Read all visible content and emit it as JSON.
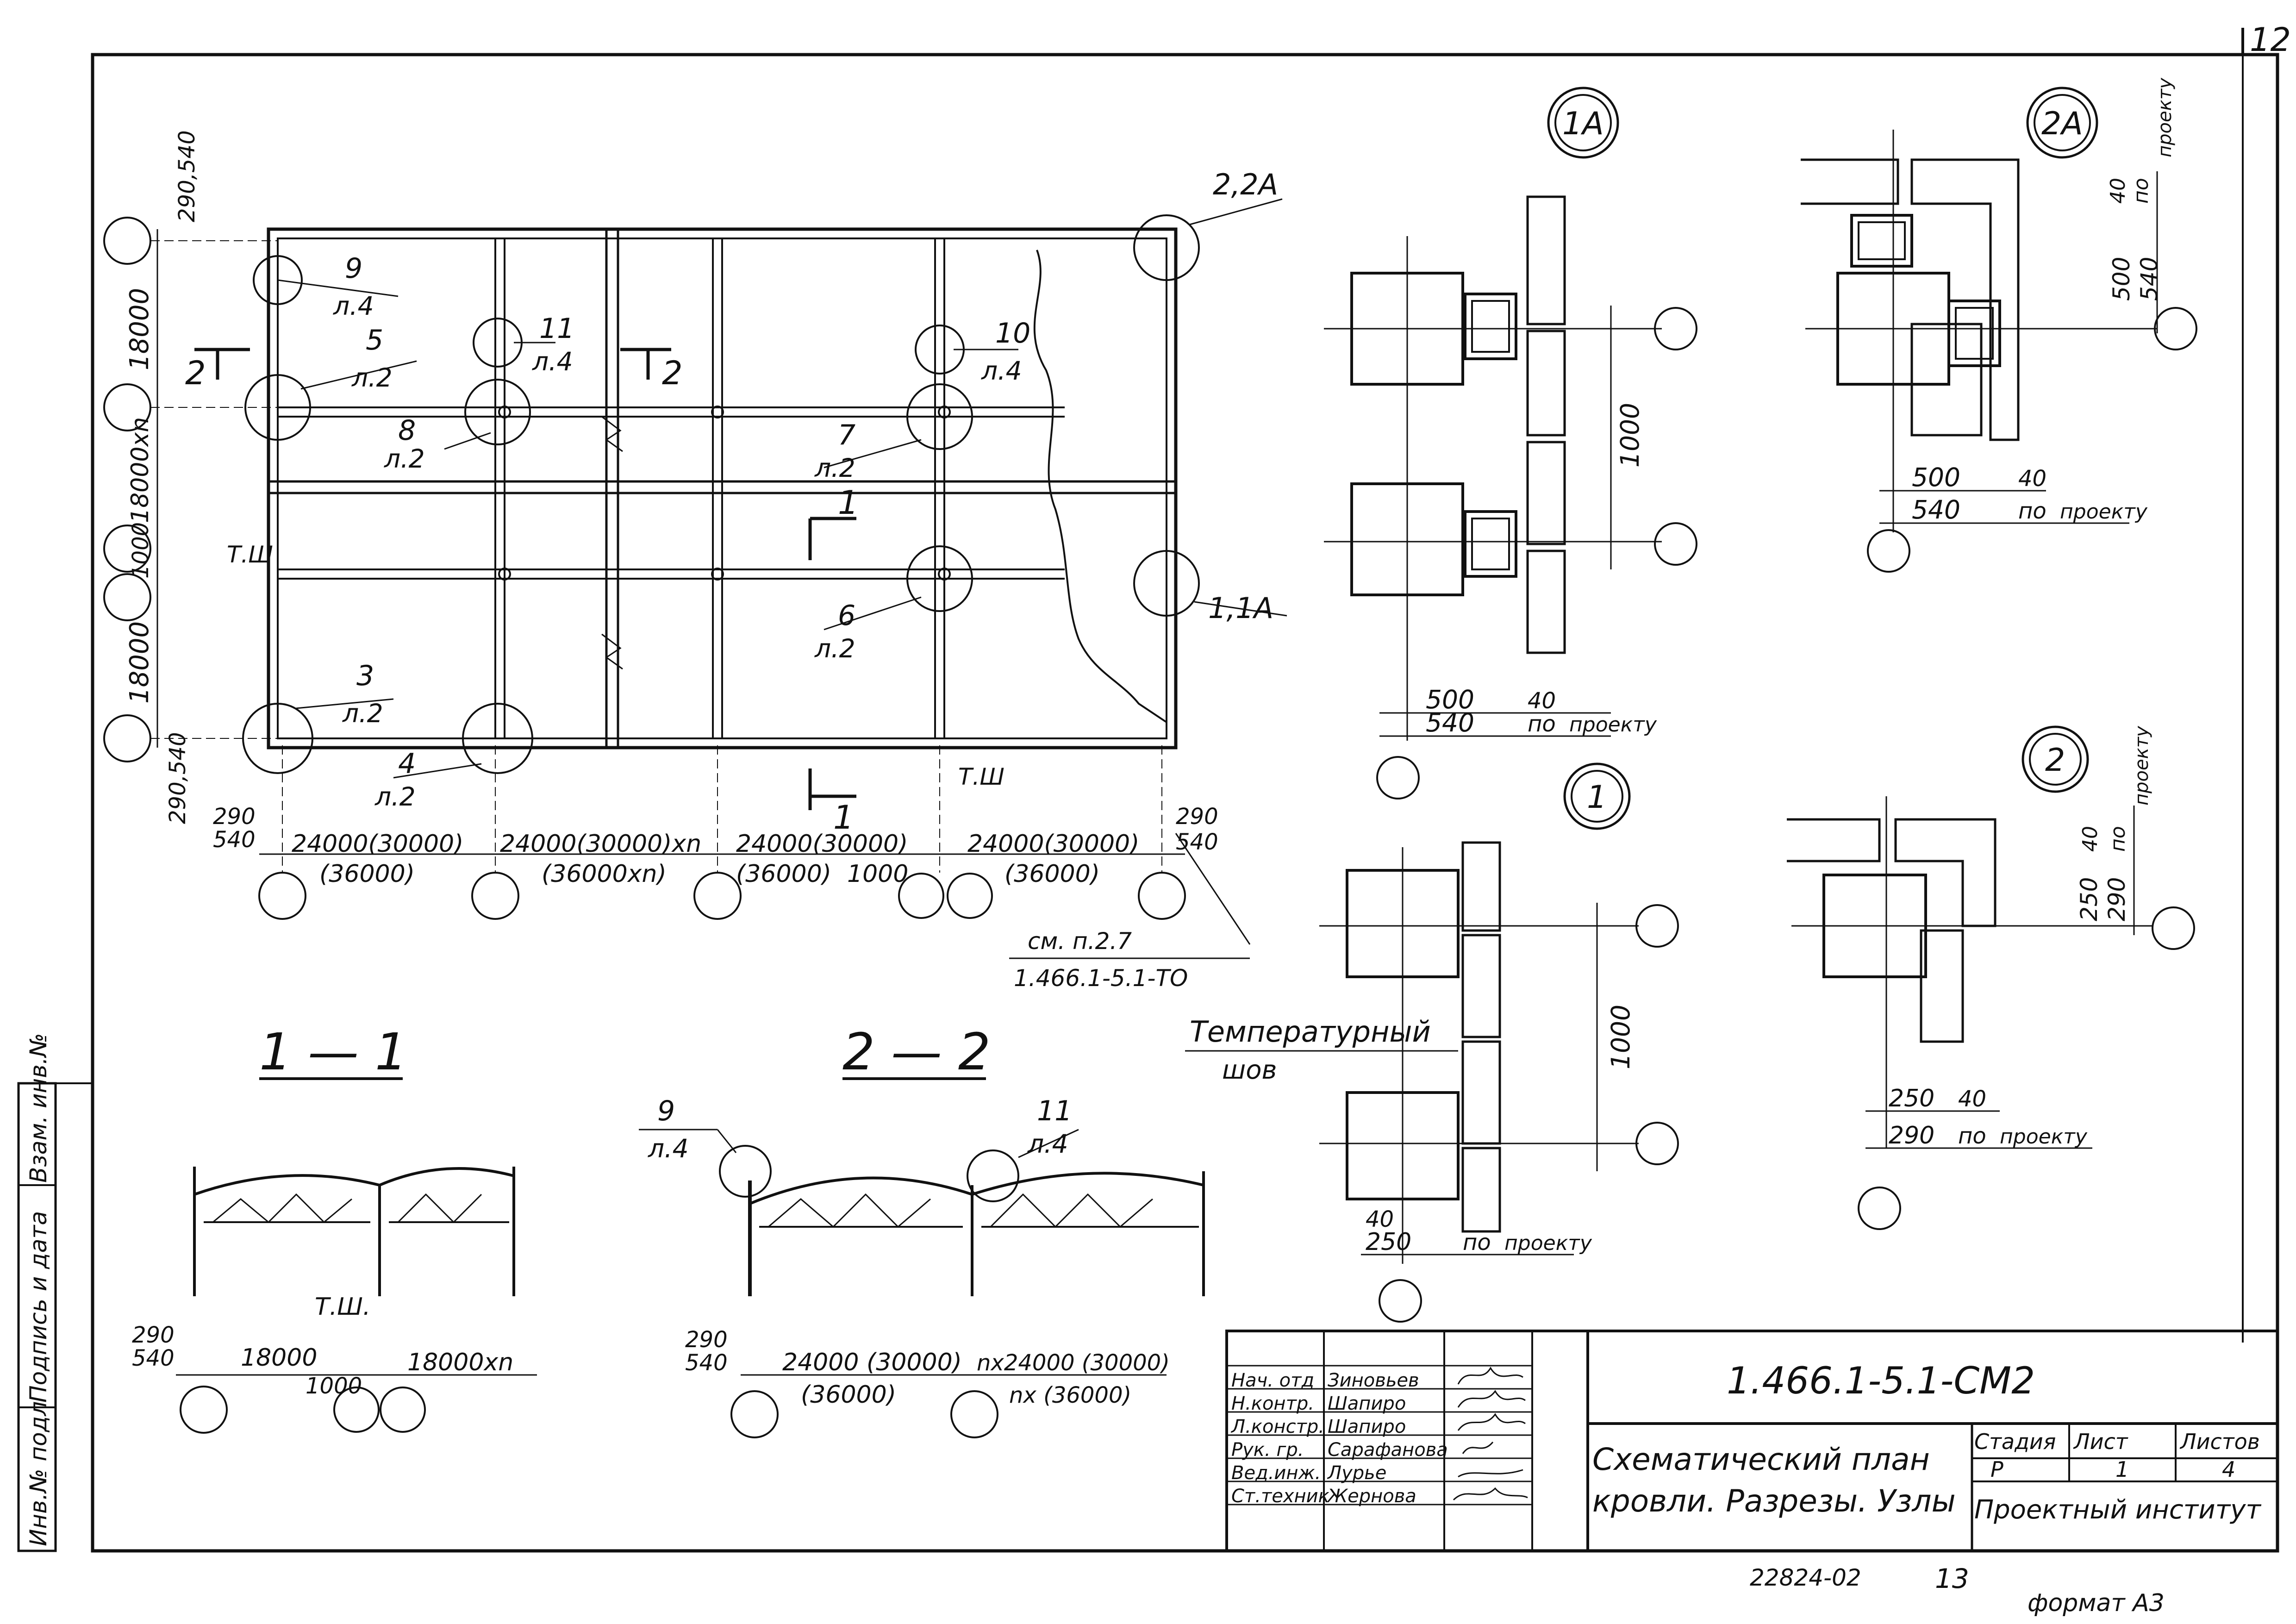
{
  "sheet": {
    "corner_mark": "12",
    "bottom_number": "22824-02",
    "bottom_page": "13",
    "format_label": "формат А3"
  },
  "plan": {
    "left_dims": [
      "290,540",
      "18000",
      "18000хn",
      "1000",
      "18000",
      "290,540"
    ],
    "ts_label": "Т.Ш",
    "bottom_dims": [
      {
        "a": "290",
        "b": "540"
      },
      {
        "a": "24000(30000)",
        "b": "(36000)"
      },
      {
        "a": "24000(30000)хn",
        "b": "(36000хn)"
      },
      {
        "a": "24000(30000)",
        "b": "(36000)"
      },
      {
        "a": "1000",
        "b": ""
      },
      {
        "a": "24000(30000)",
        "b": "(36000)"
      },
      {
        "a": "290",
        "b": "540"
      }
    ],
    "section_marks": [
      "2",
      "2",
      "1",
      "1"
    ],
    "callouts": [
      {
        "num": "9",
        "sheet": "л.4"
      },
      {
        "num": "5",
        "sheet": "л.2"
      },
      {
        "num": "11",
        "sheet": "л.4"
      },
      {
        "num": "8",
        "sheet": "л.2"
      },
      {
        "num": "10",
        "sheet": "л.4"
      },
      {
        "num": "7",
        "sheet": "л.2"
      },
      {
        "num": "6",
        "sheet": "л.2"
      },
      {
        "num": "3",
        "sheet": "л.2"
      },
      {
        "num": "4",
        "sheet": "л.2"
      },
      {
        "num": "2,2А",
        "sheet": ""
      },
      {
        "num": "1,1А",
        "sheet": ""
      }
    ],
    "ref_note": "см. п.2.7",
    "ref_doc": "1.466.1-5.1-ТО"
  },
  "section_1_1": {
    "title": "1 — 1",
    "ts_label": "Т.Ш.",
    "dims": [
      "290",
      "540",
      "18000",
      "1000",
      "18000хn"
    ]
  },
  "section_2_2": {
    "title": "2 — 2",
    "callouts": [
      {
        "num": "9",
        "sheet": "л.4"
      },
      {
        "num": "11",
        "sheet": "л.4"
      }
    ],
    "dims": [
      "290",
      "540",
      "24000 (30000)",
      "(36000)",
      "nх24000 (30000)",
      "nх (36000)"
    ]
  },
  "nodes": {
    "n1A": {
      "label": "1А",
      "dim_vert": "1000",
      "dims": [
        "500",
        "40",
        "540",
        "по",
        "проекту"
      ]
    },
    "n2A": {
      "label": "2А",
      "dims_right": [
        "40",
        "по",
        "проекту",
        "500",
        "540"
      ],
      "dims": [
        "500",
        "40",
        "540",
        "по",
        "проекту"
      ]
    },
    "n1": {
      "label": "1",
      "dim_vert": "1000",
      "dims": [
        "40",
        "250",
        "по",
        "проекту"
      ],
      "joint_label_1": "Температурный",
      "joint_label_2": "шов"
    },
    "n2": {
      "label": "2",
      "dims_right": [
        "40",
        "по",
        "проекту",
        "250",
        "290"
      ],
      "dims": [
        "250",
        "40",
        "290",
        "по",
        "проекту"
      ]
    }
  },
  "title_block": {
    "roles": [
      "Нач. отд",
      "Н.контр.",
      "Л.констр.",
      "Рук. гр.",
      "Вед.инж.",
      "Ст.техник"
    ],
    "names": [
      "Зиновьев",
      "Шапиро",
      "Шапиро",
      "Сарафанова",
      "Лурье",
      "Жернова"
    ],
    "code": "1.466.1-5.1-СМ2",
    "title_line1": "Схематический план",
    "title_line2": "кровли. Разрезы. Узлы",
    "stage_hdr": "Стадия",
    "sheet_hdr": "Лист",
    "sheets_hdr": "Листов",
    "stage": "Р",
    "sheet": "1",
    "sheets": "4",
    "org": "Проектный институт"
  },
  "side_stamp": [
    "Инв.№ подл",
    "Подпись и дата",
    "Взам. инв.№"
  ]
}
